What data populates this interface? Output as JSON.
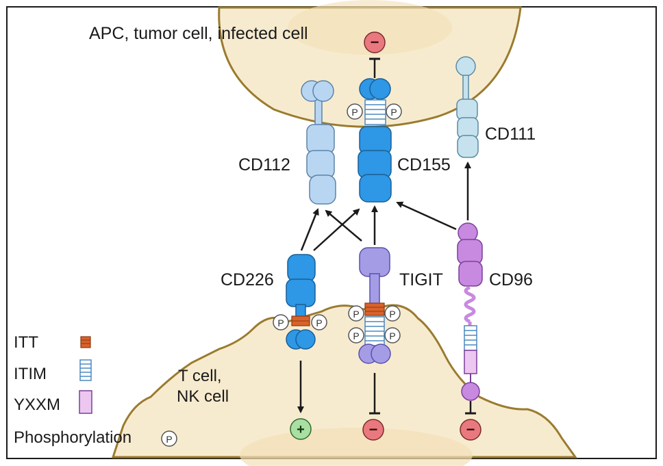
{
  "cells": {
    "top_cell": "APC, tumor cell, infected cell",
    "bottom_cell_line1": "T cell,",
    "bottom_cell_line2": "NK cell"
  },
  "receptors": {
    "cd112": "CD112",
    "cd155": "CD155",
    "cd111": "CD111",
    "cd226": "CD226",
    "tigit": "TIGIT",
    "cd96": "CD96"
  },
  "signs": {
    "plus": "+",
    "minus": "−"
  },
  "phospho_symbol": "P",
  "legend": {
    "itt": "ITT",
    "itim": "ITIM",
    "yxxm": "YXXM",
    "phosphorylation": "Phosphorylation"
  },
  "colors": {
    "cell_fill": "#f7ebcf",
    "cell_border": "#9a7b2e",
    "cd112_light_blue": "#b8d6f2",
    "cd155_blue": "#2e97e6",
    "cd111_pale_blue": "#c6e2ee",
    "tigit_purple": "#a59ce6",
    "cd96_violet": "#c889e0",
    "itt_orange": "#d9622b",
    "yxxm_pink": "#ecc7ef",
    "minus_red": "#e9797e",
    "plus_green": "#a9dfa3"
  }
}
